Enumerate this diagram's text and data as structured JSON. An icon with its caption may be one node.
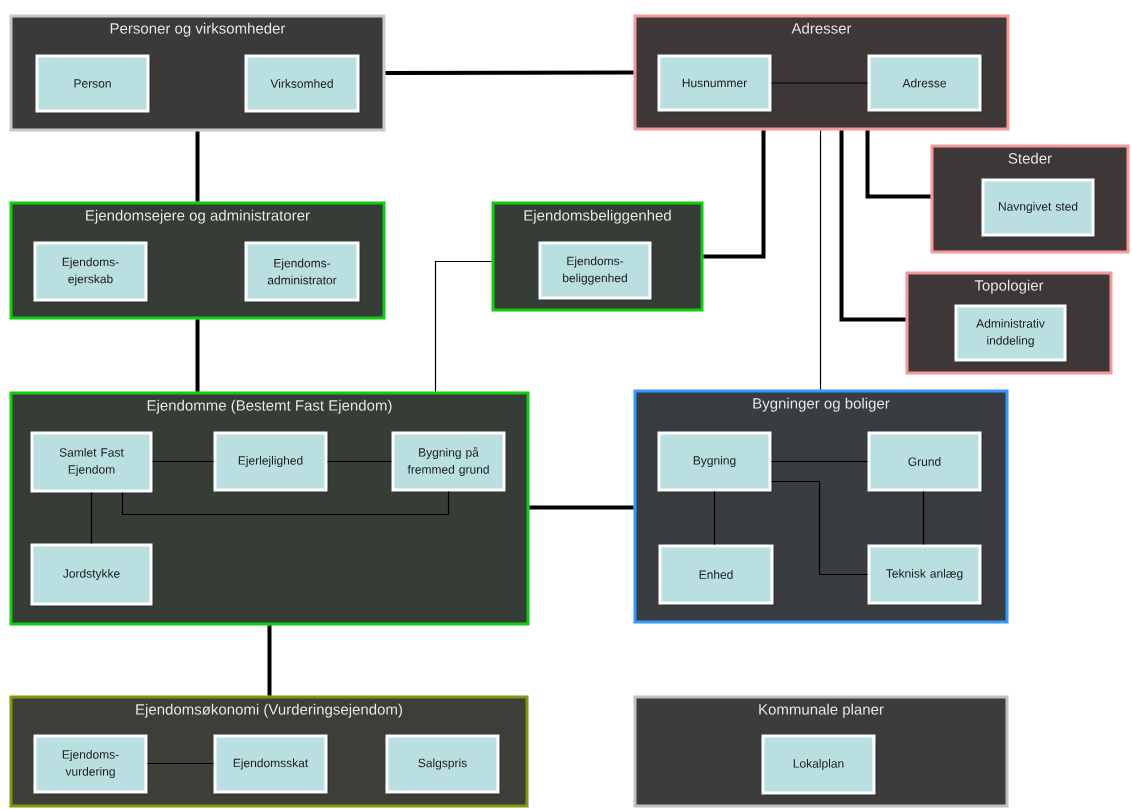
{
  "diagram": {
    "nodes": [
      {
        "text": [
          "Personer og virksomheder"
        ]
      },
      {
        "text": [
          "Person"
        ],
        "in": 0
      },
      {
        "text": [
          "Virksomhed"
        ],
        "in": 0
      },
      {
        "text": [
          "Adresser"
        ]
      },
      {
        "text": [
          "Husnummer"
        ],
        "in": 3
      },
      {
        "text": [
          "Adresse"
        ],
        "in": 3
      },
      {
        "text": [
          "Steder"
        ]
      },
      {
        "text": [
          "Navngivet sted"
        ],
        "in": 6
      },
      {
        "text": [
          "Ejendomsejere og administratorer"
        ]
      },
      {
        "text": [
          "Ejendoms- ejerskab"
        ],
        "in": 8
      },
      {
        "text": [
          "Ejendoms- administrator"
        ],
        "in": 8
      },
      {
        "text": [
          "Ejendomsbeliggenhed"
        ]
      },
      {
        "text": [
          "Ejendoms- beliggenhed"
        ],
        "in": 11
      },
      {
        "text": [
          "Topologier"
        ]
      },
      {
        "text": [
          "Administrativ inddeling"
        ],
        "in": 13
      },
      {
        "text": [
          "Ejendomme (Bestemt Fast Ejendom)"
        ]
      },
      {
        "text": [
          "Samlet Fast Ejendom"
        ],
        "in": 15
      },
      {
        "text": [
          "Ejerlejlighed"
        ],
        "in": 15
      },
      {
        "text": [
          "Bygning på fremmed grund"
        ],
        "in": 15
      },
      {
        "text": [
          "Jordstykke"
        ],
        "in": 15
      },
      {
        "text": [
          "Bygninger og boliger"
        ]
      },
      {
        "text": [
          "Bygning"
        ],
        "in": 20
      },
      {
        "text": [
          "Grund"
        ],
        "in": 20
      },
      {
        "text": [
          "Enhed"
        ],
        "in": 20
      },
      {
        "text": [
          "Teknisk anlæg"
        ],
        "in": 20
      },
      {
        "text": [
          "Ejendomsøkonomi (Vurderingsejendom)"
        ]
      },
      {
        "text": [
          "Ejendoms- vurdering"
        ],
        "in": 25
      },
      {
        "text": [
          "Ejendomsskat"
        ],
        "in": 25
      },
      {
        "text": [
          "Salgspris"
        ],
        "in": 25
      },
      {
        "text": [
          "Kommunale planer"
        ]
      },
      {
        "text": [
          "Lokalplan"
        ],
        "in": 29
      }
    ],
    "edges": [
      {
        "from": 0,
        "to": 3,
        "arrow": "none",
        "style": "thick"
      },
      {
        "from": 0,
        "to": 8,
        "arrow": "none",
        "style": "thick"
      },
      {
        "from": 8,
        "to": 15,
        "arrow": "none",
        "style": "thick"
      },
      {
        "from": 4,
        "to": 5,
        "arrow": "none"
      },
      {
        "from": 11,
        "to": 3,
        "arrow": "none",
        "style": "thick"
      },
      {
        "from": 3,
        "to": 6,
        "arrow": "none",
        "style": "thick"
      },
      {
        "from": 3,
        "to": 13,
        "arrow": "none",
        "style": "thick"
      },
      {
        "from": 3,
        "to": 20,
        "arrow": "none"
      },
      {
        "from": 11,
        "to": 15,
        "arrow": "none"
      },
      {
        "from": 16,
        "to": 17,
        "arrow": "none"
      },
      {
        "from": 17,
        "to": 18,
        "arrow": "none"
      },
      {
        "from": 16,
        "to": 18,
        "arrow": "none"
      },
      {
        "from": 16,
        "to": 19,
        "arrow": "none"
      },
      {
        "from": 15,
        "to": 20,
        "arrow": "none",
        "style": "thick"
      },
      {
        "from": 21,
        "to": 22,
        "arrow": "none"
      },
      {
        "from": 21,
        "to": 23,
        "arrow": "none"
      },
      {
        "from": 21,
        "to": 24,
        "arrow": "none"
      },
      {
        "from": 22,
        "to": 24,
        "arrow": "none"
      },
      {
        "from": 15,
        "to": 25,
        "arrow": "none",
        "style": "thick"
      },
      {
        "from": 26,
        "to": 27,
        "arrow": "none"
      }
    ]
  }
}
